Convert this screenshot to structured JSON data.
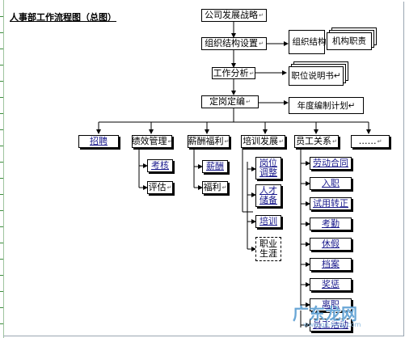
{
  "title": "人事部工作流程图（总图）",
  "main_flow": {
    "strategy": "公司发展战略",
    "org_design": "组织结构设置",
    "job_analysis": "工作分析",
    "staffing": "定岗定编"
  },
  "outputs": {
    "org_chart": "组织结构图",
    "responsibilities": "机构职责",
    "job_description": "职位说明书",
    "annual_plan": "年度编制计划"
  },
  "branches": {
    "recruitment": "招聘",
    "performance": "绩效管理",
    "compensation": "薪酬福利",
    "training": "培训发展",
    "employee_relations": "员工关系",
    "more": "……"
  },
  "performance_items": [
    "考核",
    "评估"
  ],
  "compensation_items": [
    "薪酬",
    "福利"
  ],
  "training_items": [
    "岗位调整",
    "人才储备",
    "培训",
    "职业生涯"
  ],
  "relations_items": [
    "劳动合同",
    "入职",
    "试用转正",
    "考勤",
    "休假",
    "档案",
    "奖惩",
    "离职",
    "员工活动"
  ],
  "watermark": {
    "brand": "广东龙网",
    "url": "www.gd-long.com"
  }
}
